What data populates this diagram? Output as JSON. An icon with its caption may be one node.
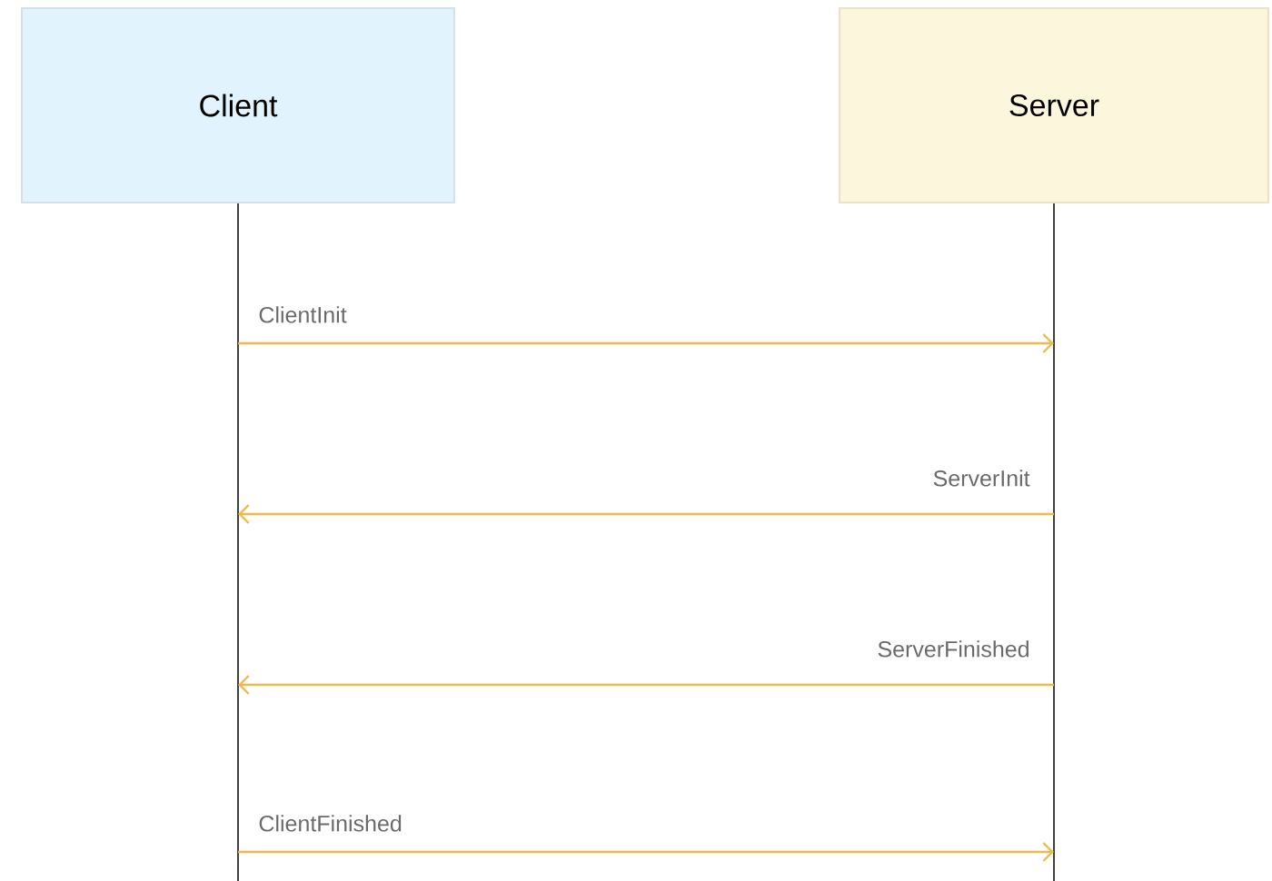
{
  "diagram": {
    "nodes": [
      {
        "text": [
          "Client"
        ]
      },
      {
        "text": [
          "Server"
        ]
      }
    ],
    "edges": [
      {
        "from": 0,
        "to": 1,
        "arrow": "to",
        "label": "ClientInit"
      },
      {
        "from": 1,
        "to": 0,
        "arrow": "to",
        "label": "ServerInit"
      },
      {
        "from": 1,
        "to": 0,
        "arrow": "to",
        "label": "ServerFinished"
      },
      {
        "from": 0,
        "to": 1,
        "arrow": "to",
        "label": "ClientFinished"
      }
    ]
  }
}
